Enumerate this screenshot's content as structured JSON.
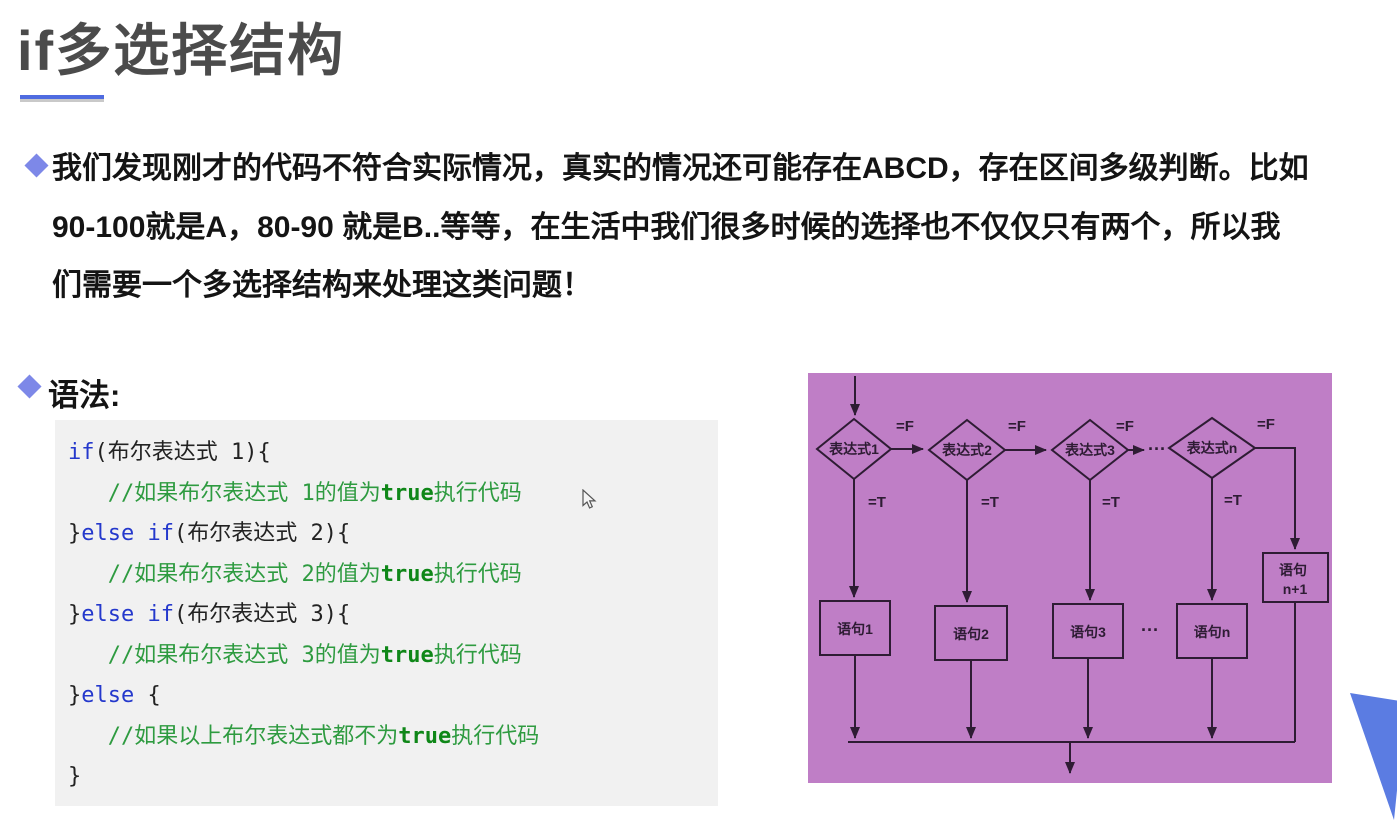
{
  "title": {
    "text": "if多选择结构",
    "color": "#4b4b4b",
    "underline_color": "#4f6be0"
  },
  "intro": {
    "bullet_icon": "diamond",
    "bullet_color": "#7d88e8",
    "lines": [
      "我们发现刚才的代码不符合实际情况，真实的情况还可能存在ABCD，存在区间多级判断。比如",
      "90-100就是A，80-90 就是B..等等，在生活中我们很多时候的选择也不仅仅只有两个，所以我",
      "们需要一个多选择结构来处理这类问题！"
    ]
  },
  "syntax": {
    "heading": "语法:"
  },
  "code": {
    "bg": "#f1f1f1",
    "colors": {
      "keyword": "#2438cc",
      "comment": "#2e9b40",
      "bool": "#0f8718",
      "plain": "#222222"
    },
    "lines": [
      [
        {
          "t": "if",
          "c": "k"
        },
        {
          "t": "(布尔表达式 1){",
          "c": "p"
        }
      ],
      [
        {
          "t": "   //如果布尔表达式 1的值为",
          "c": "c"
        },
        {
          "t": "true",
          "c": "t"
        },
        {
          "t": "执行代码",
          "c": "c"
        }
      ],
      [
        {
          "t": "}",
          "c": "p"
        },
        {
          "t": "else if",
          "c": "k"
        },
        {
          "t": "(布尔表达式 2){",
          "c": "p"
        }
      ],
      [
        {
          "t": "   //如果布尔表达式 2的值为",
          "c": "c"
        },
        {
          "t": "true",
          "c": "t"
        },
        {
          "t": "执行代码",
          "c": "c"
        }
      ],
      [
        {
          "t": "}",
          "c": "p"
        },
        {
          "t": "else if",
          "c": "k"
        },
        {
          "t": "(布尔表达式 3){",
          "c": "p"
        }
      ],
      [
        {
          "t": "   //如果布尔表达式 3的值为",
          "c": "c"
        },
        {
          "t": "true",
          "c": "t"
        },
        {
          "t": "执行代码",
          "c": "c"
        }
      ],
      [
        {
          "t": "}",
          "c": "p"
        },
        {
          "t": "else",
          "c": "k"
        },
        {
          "t": " {",
          "c": "p"
        }
      ],
      [
        {
          "t": "   //如果以上布尔表达式都不为",
          "c": "c"
        },
        {
          "t": "true",
          "c": "t"
        },
        {
          "t": "执行代码",
          "c": "c"
        }
      ],
      [
        {
          "t": "}",
          "c": "p"
        }
      ]
    ]
  },
  "flowchart": {
    "bg": "#bf7ec6",
    "line_color": "#2e1c34",
    "diamonds": [
      {
        "label": "表达式1"
      },
      {
        "label": "表达式2"
      },
      {
        "label": "表达式3"
      },
      {
        "label": "表达式n"
      }
    ],
    "boxes": [
      {
        "label": "语句1"
      },
      {
        "label": "语句2"
      },
      {
        "label": "语句3"
      },
      {
        "label": "语句n"
      }
    ],
    "extra_box": {
      "line1": "语句",
      "line2": "n+1"
    },
    "labels": {
      "false_branch": "=F",
      "true_branch": "=T",
      "dots": "···"
    }
  },
  "decoration": {
    "triangle_color": "#5b7ce2"
  }
}
